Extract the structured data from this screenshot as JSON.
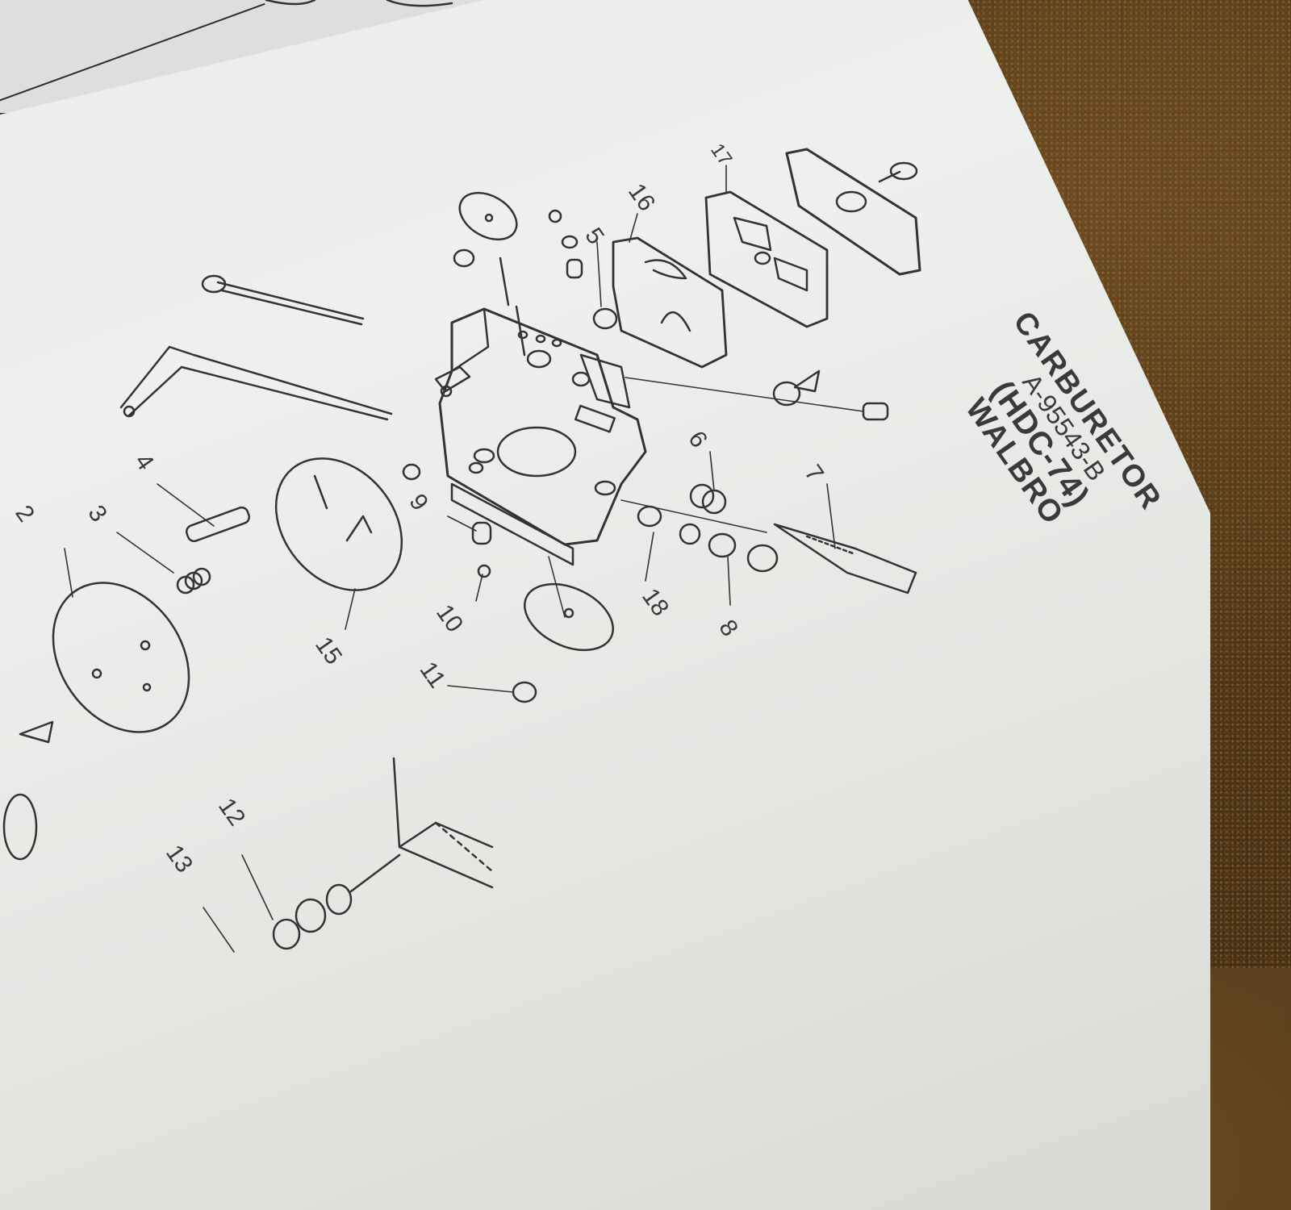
{
  "document": {
    "type": "parts-manual-page",
    "title_block": {
      "line1": "CARBURETOR",
      "line2": "A-95543-B",
      "line3": "(HDC-74)",
      "line4": "WALBRO"
    },
    "callouts": [
      {
        "id": "2",
        "label": "2"
      },
      {
        "id": "3",
        "label": "3"
      },
      {
        "id": "4",
        "label": "4"
      },
      {
        "id": "5",
        "label": "5"
      },
      {
        "id": "6",
        "label": "6"
      },
      {
        "id": "7",
        "label": "7"
      },
      {
        "id": "8",
        "label": "8"
      },
      {
        "id": "9",
        "label": "9"
      },
      {
        "id": "10",
        "label": "10"
      },
      {
        "id": "11",
        "label": "11"
      },
      {
        "id": "12",
        "label": "12"
      },
      {
        "id": "13",
        "label": "13"
      },
      {
        "id": "15",
        "label": "15"
      },
      {
        "id": "16",
        "label": "16"
      },
      {
        "id": "17",
        "label": "17"
      },
      {
        "id": "18",
        "label": "18"
      }
    ],
    "colors": {
      "ink": "#333336",
      "paper": "#eceeeb",
      "background_carpet": "#4a3418"
    }
  }
}
